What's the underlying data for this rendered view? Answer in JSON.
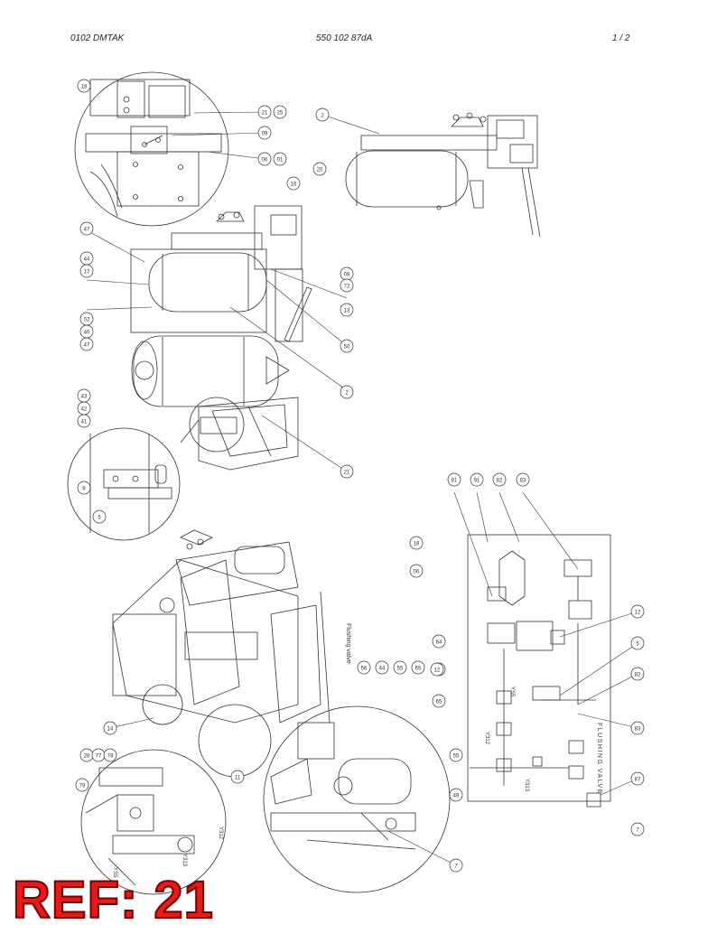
{
  "header": {
    "left": "0102   DMTAK",
    "center": "550 102 87dA",
    "right": "1 /   2"
  },
  "ref_label": "REF: 21",
  "balloons": {
    "top_detail": [
      "18",
      "21",
      "09",
      "06",
      "01",
      "25"
    ],
    "top_right": [
      "2",
      "20",
      "16"
    ],
    "main": [
      "47",
      "44",
      "17",
      "02",
      "40",
      "47",
      "08",
      "13",
      "72",
      "50",
      "2",
      "21"
    ],
    "left_detail": [
      "41",
      "42",
      "43",
      "8",
      "5"
    ],
    "schematic": [
      "81",
      "91",
      "82",
      "83",
      "18",
      "06",
      "12",
      "64",
      "5",
      "82",
      "83",
      "87",
      "7",
      "66",
      "65",
      "55"
    ],
    "bottom": [
      "14",
      "28",
      "77",
      "78",
      "79",
      "11",
      "56",
      "44",
      "55",
      "65",
      "12",
      "49",
      "7"
    ]
  },
  "annotations": {
    "flushing_valve_schematic": "FLUSHING VALVE",
    "flushing_valve_drawing": "Flushing valve",
    "ys5": "YS5",
    "y312": "Y312",
    "y313": "Y313",
    "y313_detail": "Y313",
    "y312_detail": "Y312",
    "ys5_detail": "YS5"
  },
  "colors": {
    "ink": "#333333",
    "ref_fill": "#e31b1b",
    "ref_stroke": "#7a0000"
  }
}
